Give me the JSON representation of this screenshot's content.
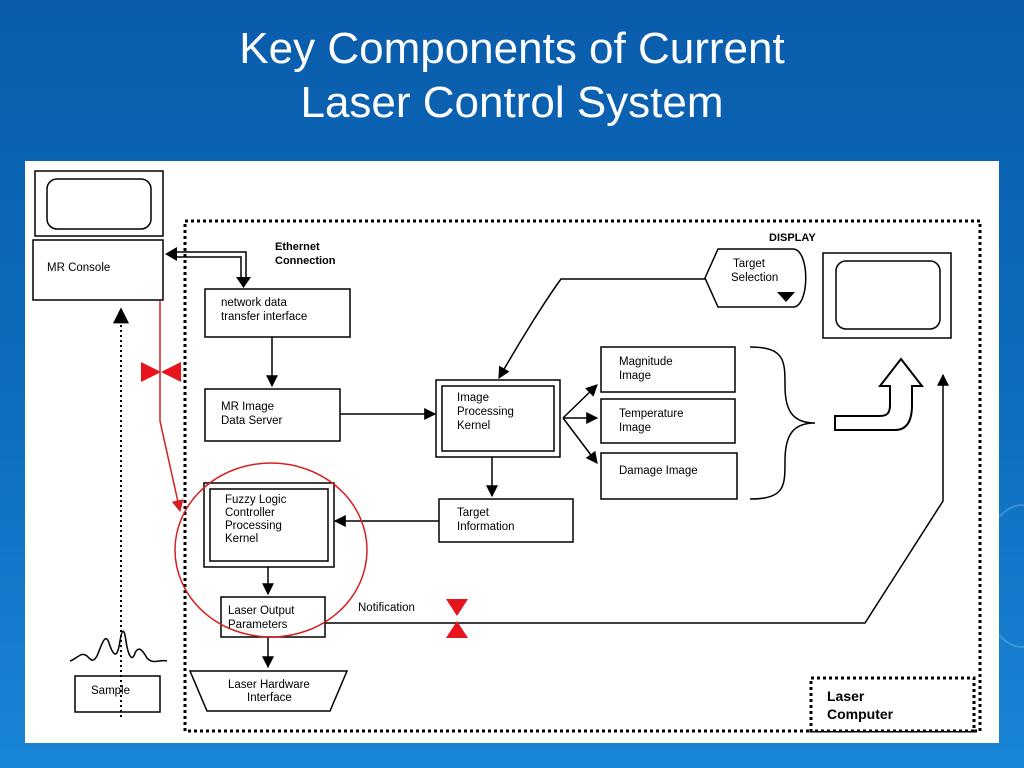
{
  "slide": {
    "title_line1": "Key Components of Current",
    "title_line2": "Laser Control System"
  },
  "diagram": {
    "mr_console": "MR Console",
    "ethernet_line1": "Ethernet",
    "ethernet_line2": "Connection",
    "network_line1": "network data",
    "network_line2": "transfer interface",
    "mr_image_line1": "MR Image",
    "mr_image_line2": "Data Server",
    "ipk_line1": "Image",
    "ipk_line2": "Processing",
    "ipk_line3": "Kernel",
    "magnitude_line1": "Magnitude",
    "magnitude_line2": "Image",
    "temperature_line1": "Temperature",
    "temperature_line2": "Image",
    "damage": "Damage Image",
    "target_sel_line1": "Target",
    "target_sel_line2": "Selection",
    "display": "DISPLAY",
    "target_info_line1": "Target",
    "target_info_line2": "Information",
    "fuzzy_line1": "Fuzzy Logic",
    "fuzzy_line2": "Controller",
    "fuzzy_line3": "Processing",
    "fuzzy_line4": "Kernel",
    "laser_out_line1": "Laser Output",
    "laser_out_line2": "Parameters",
    "notification": "Notification",
    "hw_line1": "Laser Hardware",
    "hw_line2": "Interface",
    "sample": "Sample",
    "laser_computer_line1": "Laser",
    "laser_computer_line2": "Computer"
  },
  "colors": {
    "background": "#0d6ec0",
    "marker_red": "#e8141b",
    "circle_red": "#d42020"
  }
}
